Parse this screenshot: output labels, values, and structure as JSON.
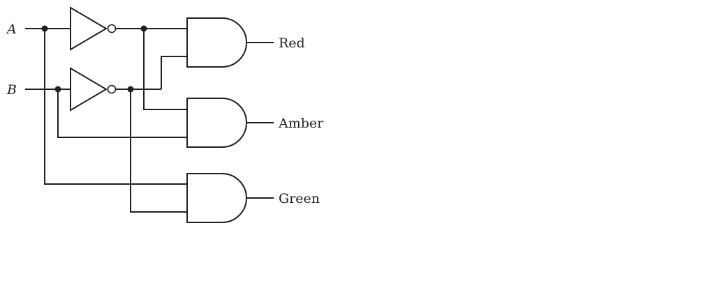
{
  "inputs": {
    "a": "A",
    "b": "B"
  },
  "outputs": {
    "red": "Red",
    "amber": "Amber",
    "green": "Green"
  },
  "colors": {
    "ink": "#231f20",
    "background": "#ffffff"
  }
}
